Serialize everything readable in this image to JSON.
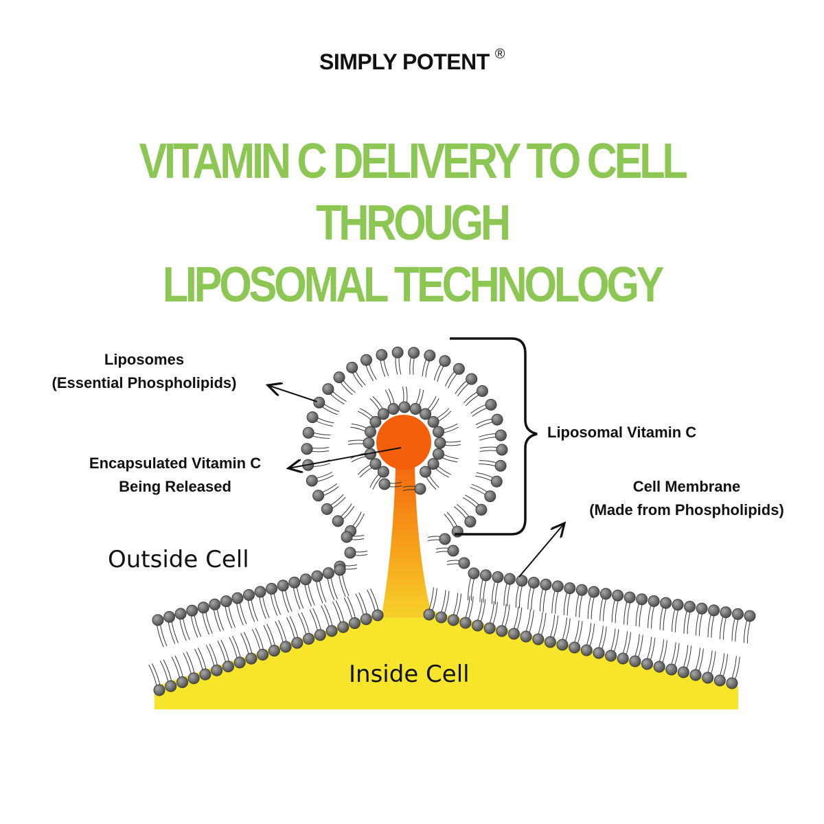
{
  "brand": {
    "name": "SIMPLY POTENT",
    "mark": "®"
  },
  "title": {
    "line1": "VITAMIN C DELIVERY TO CELL THROUGH",
    "line2": "LIPOSOMAL TECHNOLOGY",
    "color": "#8cc653"
  },
  "labels": {
    "liposomes_line1": "Liposomes",
    "liposomes_line2": "(Essential Phospholipids)",
    "encapsulated_line1": "Encapsulated Vitamin C",
    "encapsulated_line2": "Being Released",
    "liposomal_vitamin_c": "Liposomal Vitamin C",
    "cell_membrane_line1": "Cell Membrane",
    "cell_membrane_line2": "(Made from Phospholipids)",
    "outside_cell": "Outside Cell",
    "inside_cell": "Inside Cell"
  },
  "colors": {
    "phospholipid_head": "#6b6b6b",
    "vitamin_c_core": "#f35f0a",
    "cell_interior": "#f6e52a",
    "release_stream": "#f7a21b"
  }
}
